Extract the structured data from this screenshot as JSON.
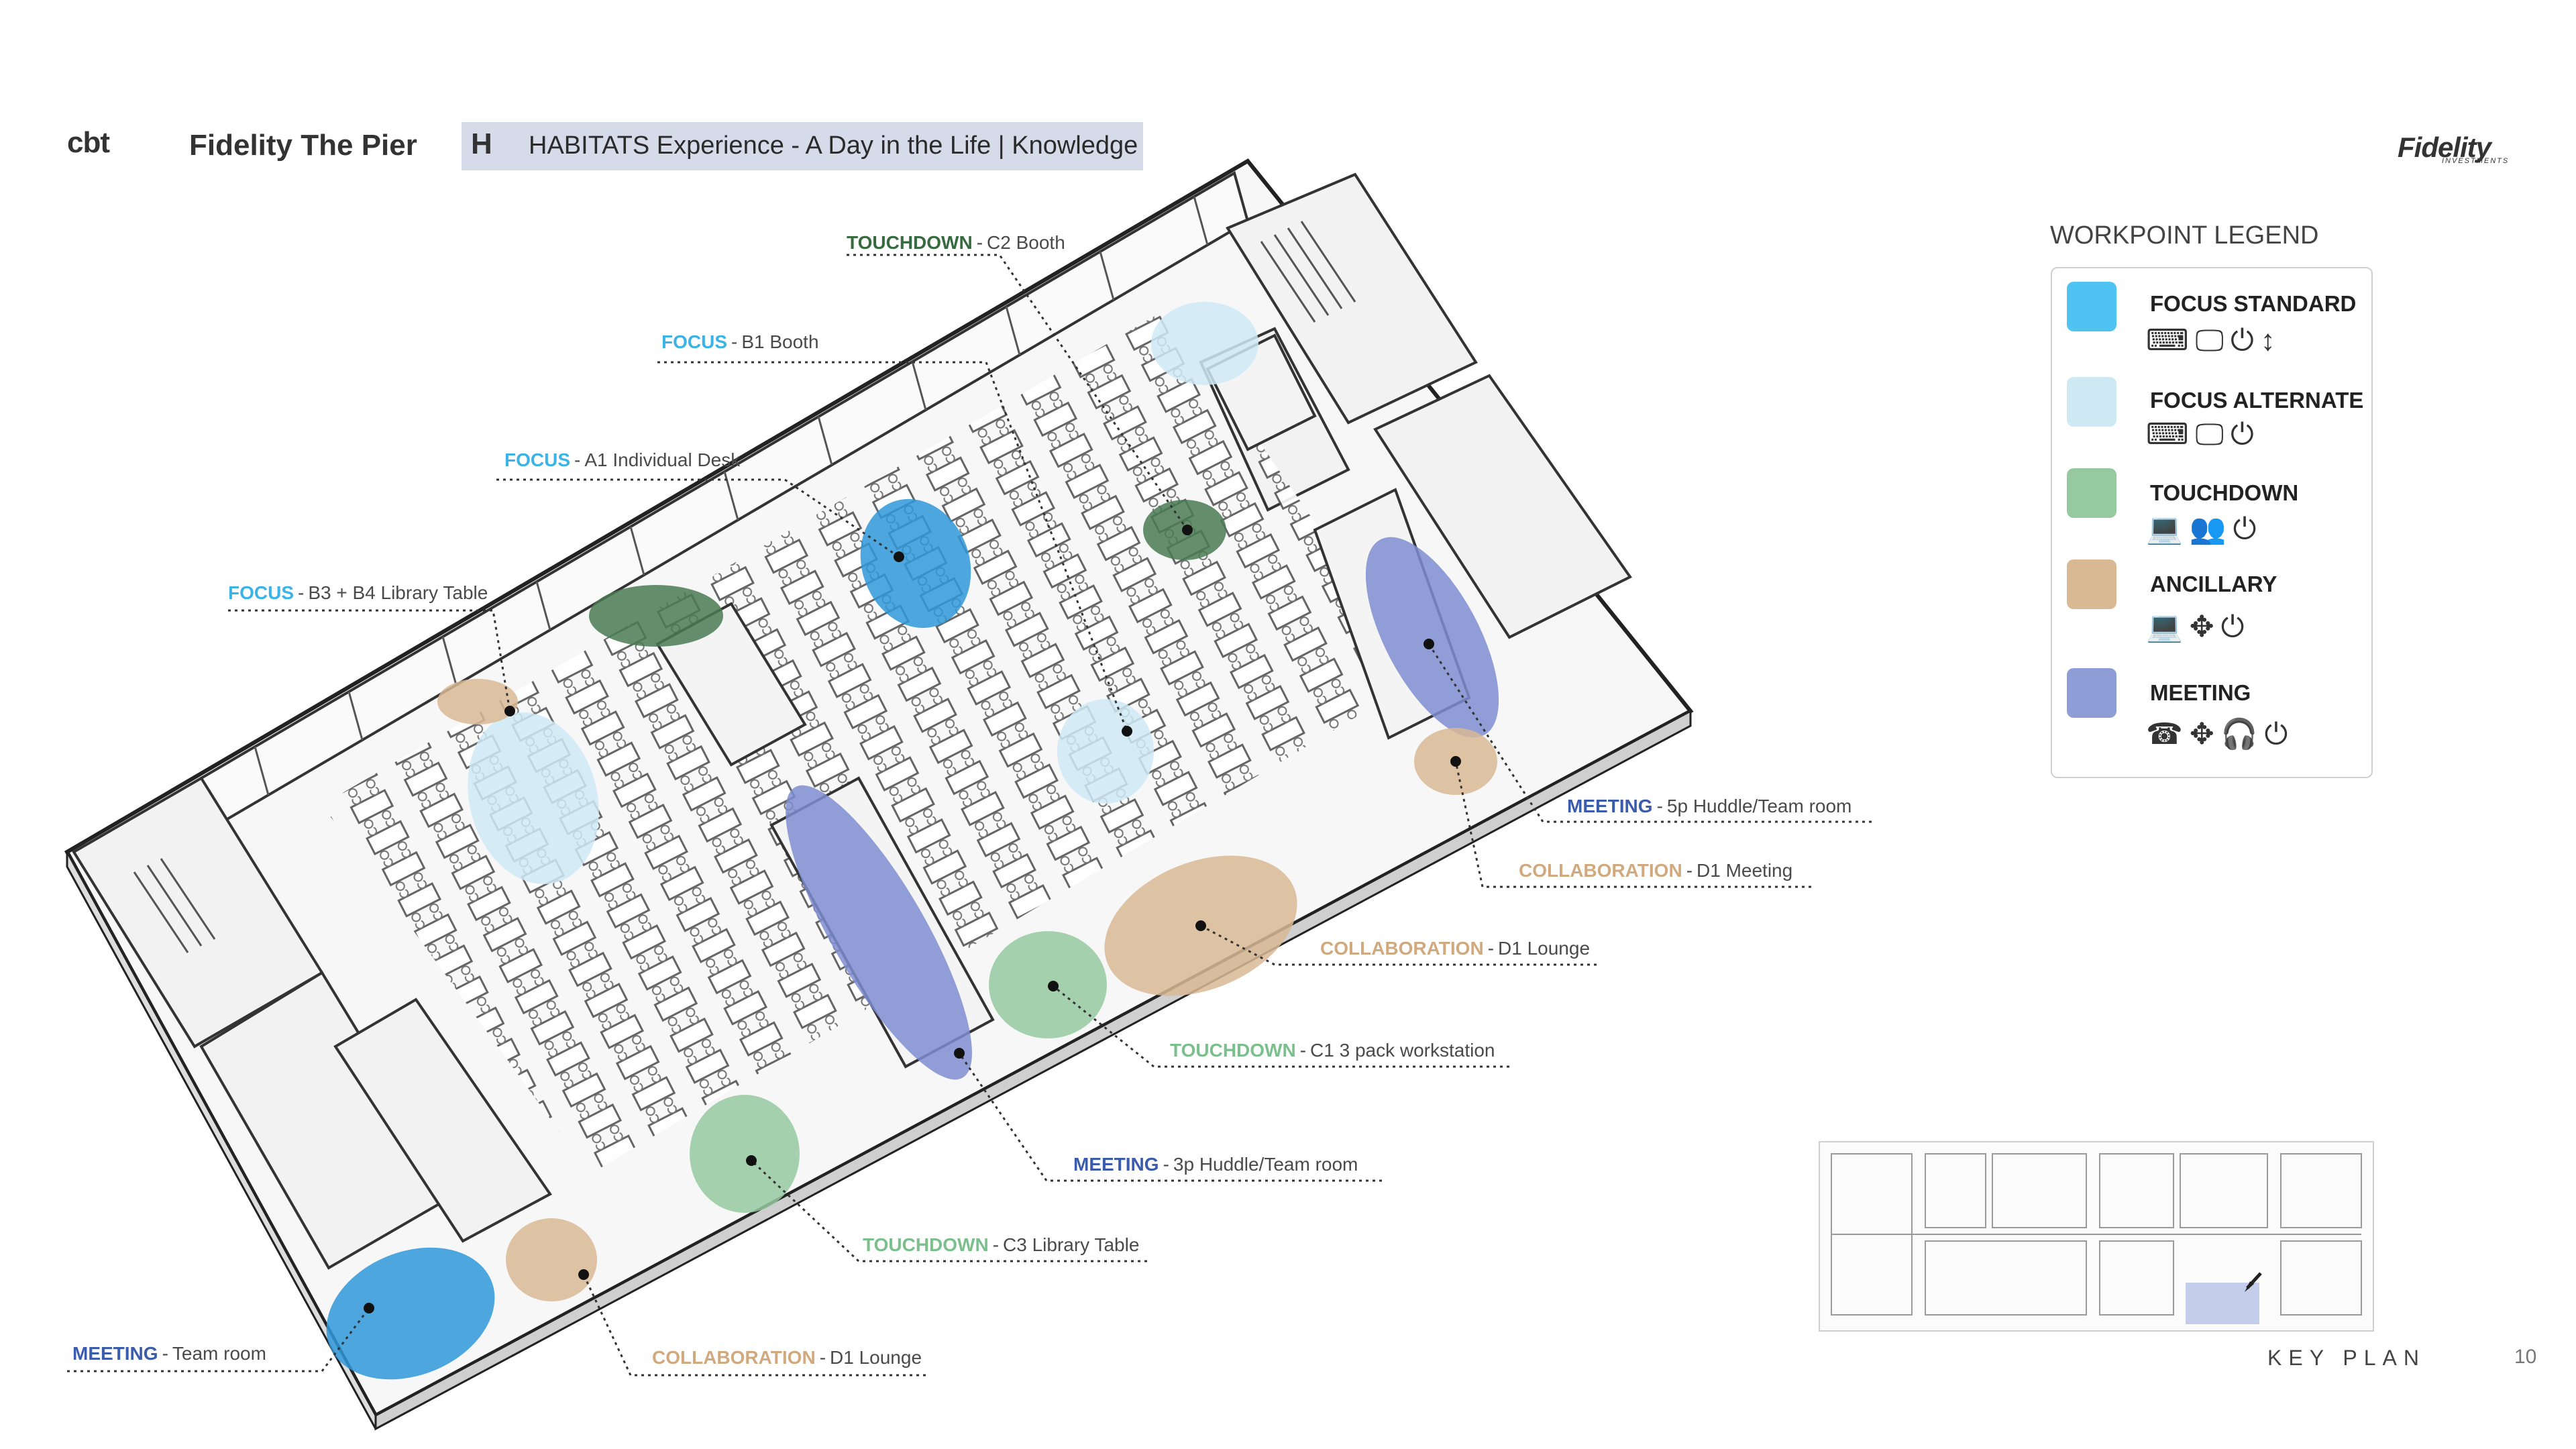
{
  "header": {
    "logo_text": "cbt",
    "project": "Fidelity The Pier",
    "section_letter": "H",
    "title": "HABITATS Experience - A Day in the Life | Knowledge",
    "brand": "Fidelity",
    "brand_sub": "INVESTMENTS"
  },
  "colors": {
    "focus_standard": "#4fc3f2",
    "focus_alternate": "#cfe9f4",
    "touchdown": "#97c9a1",
    "ancillary": "#d8b994",
    "meeting": "#8f9dd6",
    "focus_text": "#3bb3e6",
    "touchdown_text": "#7bbf8d",
    "touchdown_dark_text": "#356b3f",
    "ancillary_text": "#d1a97e",
    "meeting_text": "#3b5bab"
  },
  "callouts": [
    {
      "category": "TOUCHDOWN",
      "sep": "-",
      "name": "C2 Booth"
    },
    {
      "category": "FOCUS",
      "sep": "-",
      "name": "B1 Booth"
    },
    {
      "category": "FOCUS",
      "sep": "-",
      "name": "A1 Individual Desk"
    },
    {
      "category": "FOCUS",
      "sep": "-",
      "name": "B3 + B4 Library Table"
    },
    {
      "category": "MEETING",
      "sep": "-",
      "name": "5p Huddle/Team room"
    },
    {
      "category": "COLLABORATION",
      "sep": "-",
      "name": "D1 Meeting"
    },
    {
      "category": "COLLABORATION",
      "sep": "-",
      "name": "D1 Lounge"
    },
    {
      "category": "TOUCHDOWN",
      "sep": "-",
      "name": "C1 3 pack workstation"
    },
    {
      "category": "MEETING",
      "sep": "-",
      "name": "3p Huddle/Team room"
    },
    {
      "category": "TOUCHDOWN",
      "sep": "-",
      "name": "C3 Library Table"
    },
    {
      "category": "MEETING",
      "sep": "-",
      "name": "Team room"
    },
    {
      "category": "COLLABORATION",
      "sep": "-",
      "name": "D1 Lounge"
    }
  ],
  "legend": {
    "title": "WORKPOINT LEGEND",
    "items": [
      {
        "label": "FOCUS STANDARD",
        "icons": [
          "desk-worker-icon",
          "dual-monitor-icon",
          "power-icon",
          "height-adjust-icon"
        ]
      },
      {
        "label": "FOCUS ALTERNATE",
        "icons": [
          "desk-worker-icon",
          "dual-monitor-icon",
          "power-icon"
        ]
      },
      {
        "label": "TOUCHDOWN",
        "icons": [
          "laptop-icon",
          "group-icon",
          "power-icon"
        ]
      },
      {
        "label": "ANCILLARY",
        "icons": [
          "laptop-icon",
          "collaborate-icon",
          "power-icon"
        ]
      },
      {
        "label": "MEETING",
        "icons": [
          "conference-phone-icon",
          "collaborate-icon",
          "headset-icon",
          "power-icon"
        ]
      }
    ]
  },
  "key_plan_label": "KEY PLAN",
  "page_number": "10"
}
